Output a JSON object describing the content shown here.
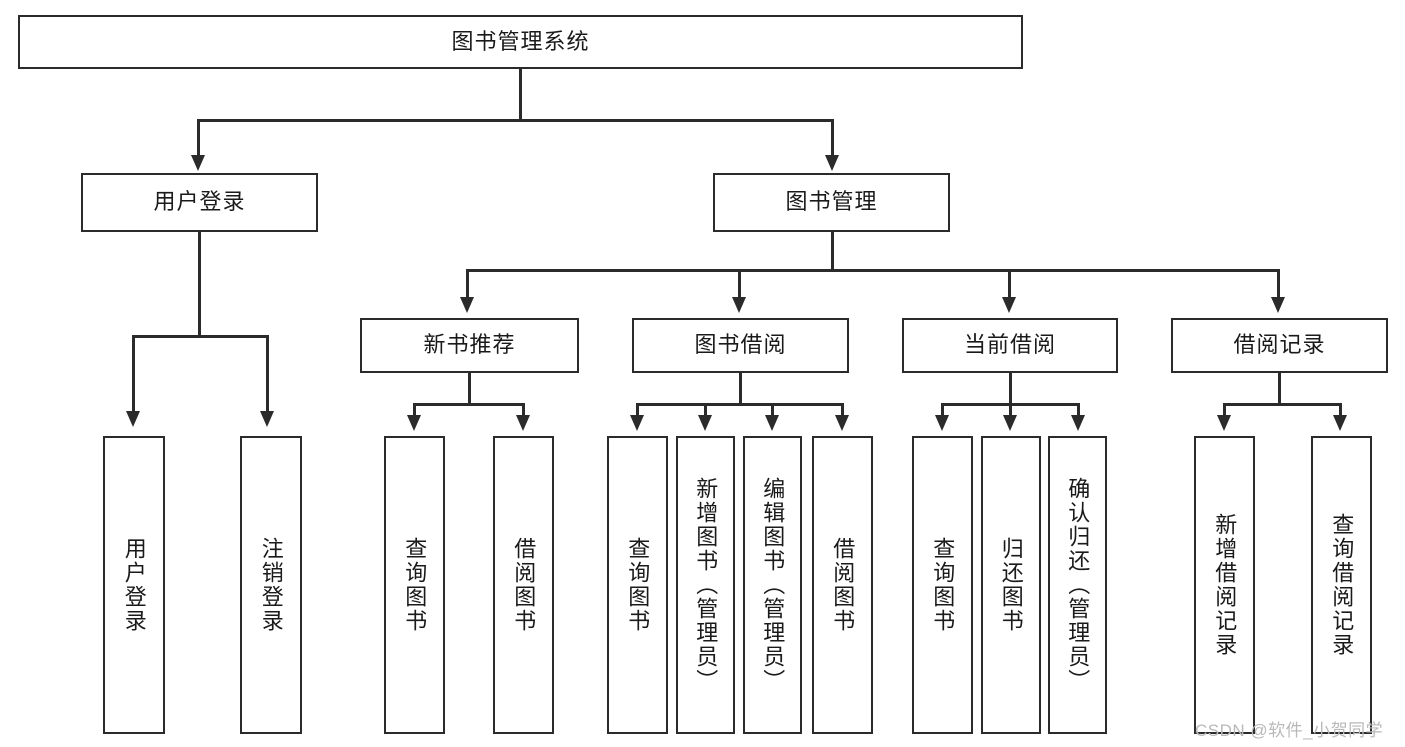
{
  "diagram": {
    "title": "图书管理系统",
    "type": "hierarchy-tree",
    "root": {
      "label": "图书管理系统",
      "orientation": "horizontal"
    },
    "level2": [
      {
        "label": "用户登录",
        "orientation": "horizontal"
      },
      {
        "label": "图书管理",
        "orientation": "horizontal"
      }
    ],
    "level3": [
      {
        "label": "新书推荐",
        "orientation": "horizontal",
        "parent": "图书管理"
      },
      {
        "label": "图书借阅",
        "orientation": "horizontal",
        "parent": "图书管理"
      },
      {
        "label": "当前借阅",
        "orientation": "horizontal",
        "parent": "图书管理"
      },
      {
        "label": "借阅记录",
        "orientation": "horizontal",
        "parent": "图书管理"
      }
    ],
    "leaves": [
      {
        "label": "用户登录",
        "orientation": "vertical",
        "parent": "用户登录"
      },
      {
        "label": "注销登录",
        "orientation": "vertical",
        "parent": "用户登录"
      },
      {
        "label": "查询图书",
        "orientation": "vertical",
        "parent": "新书推荐"
      },
      {
        "label": "借阅图书",
        "orientation": "vertical",
        "parent": "新书推荐"
      },
      {
        "label": "查询图书",
        "orientation": "vertical",
        "parent": "图书借阅"
      },
      {
        "label": "新增图书（管理员）",
        "orientation": "vertical",
        "parent": "图书借阅"
      },
      {
        "label": "编辑图书（管理员）",
        "orientation": "vertical",
        "parent": "图书借阅"
      },
      {
        "label": "借阅图书",
        "orientation": "vertical",
        "parent": "图书借阅"
      },
      {
        "label": "查询图书",
        "orientation": "vertical",
        "parent": "当前借阅"
      },
      {
        "label": "归还图书",
        "orientation": "vertical",
        "parent": "当前借阅"
      },
      {
        "label": "确认归还（管理员）",
        "orientation": "vertical",
        "parent": "当前借阅"
      },
      {
        "label": "新增借阅记录",
        "orientation": "vertical",
        "parent": "借阅记录"
      },
      {
        "label": "查询借阅记录",
        "orientation": "vertical",
        "parent": "借阅记录"
      }
    ],
    "watermark": "CSDN @软件_小贺同学",
    "colors": {
      "stroke": "#2b2b2b",
      "fill": "#ffffff",
      "text": "#1a1a1a",
      "watermark": "#b9b9b9"
    }
  }
}
